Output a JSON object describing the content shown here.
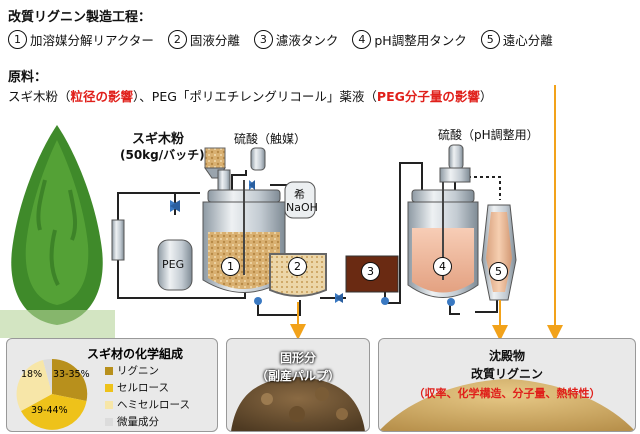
{
  "title": "改質リグニン製造工程：",
  "steps": [
    {
      "num": "1",
      "label": "加溶媒分解リアクター"
    },
    {
      "num": "2",
      "label": "固液分離"
    },
    {
      "num": "3",
      "label": "濾液タンク"
    },
    {
      "num": "4",
      "label": "pH調整用タンク"
    },
    {
      "num": "5",
      "label": "遠心分離"
    }
  ],
  "materials": {
    "title": "原料：",
    "part1": "スギ木粉（",
    "part1_red": "粒径の影響",
    "part2": "）、PEG「ポリエチレングリコール」薬液（",
    "part2_red": "PEG分子量の影響",
    "part3": "）"
  },
  "diagram": {
    "cedar_label": "スギ木粉",
    "cedar_batch": "(50kg/バッチ)",
    "acid_catalyst": "硫酸（触媒）",
    "acid_ph": "硫酸（pH調整用）",
    "naoh_top": "希",
    "naoh_bottom": "NaOH",
    "peg": "PEG",
    "n1": "1",
    "n2": "2",
    "n3": "3",
    "n4": "4",
    "n5": "5"
  },
  "composition": {
    "title": "スギ材の化学組成",
    "slices": [
      {
        "label": "33-35%",
        "color": "#b8901c"
      },
      {
        "label": "39-44%",
        "color": "#eec21a"
      },
      {
        "label": "18%",
        "color": "#f7e6a8"
      },
      {
        "label": "",
        "color": "#dcdcdc"
      }
    ],
    "legend": [
      {
        "label": "リグニン",
        "color": "#b8901c"
      },
      {
        "label": "セルロース",
        "color": "#eec21a"
      },
      {
        "label": "ヘミセルロース",
        "color": "#f7e6a8"
      },
      {
        "label": "微量成分",
        "color": "#dcdcdc"
      }
    ]
  },
  "solid": {
    "line1": "固形分",
    "line2": "（副産パルプ）"
  },
  "precipitate": {
    "line1": "沈殿物",
    "line2": "改質リグニン",
    "line3": "（収率、化学構造、分子量、熱特性）"
  },
  "colors": {
    "accent_red": "#e0201b",
    "arrow_orange": "#f2a21a",
    "pipe": "#222222"
  }
}
